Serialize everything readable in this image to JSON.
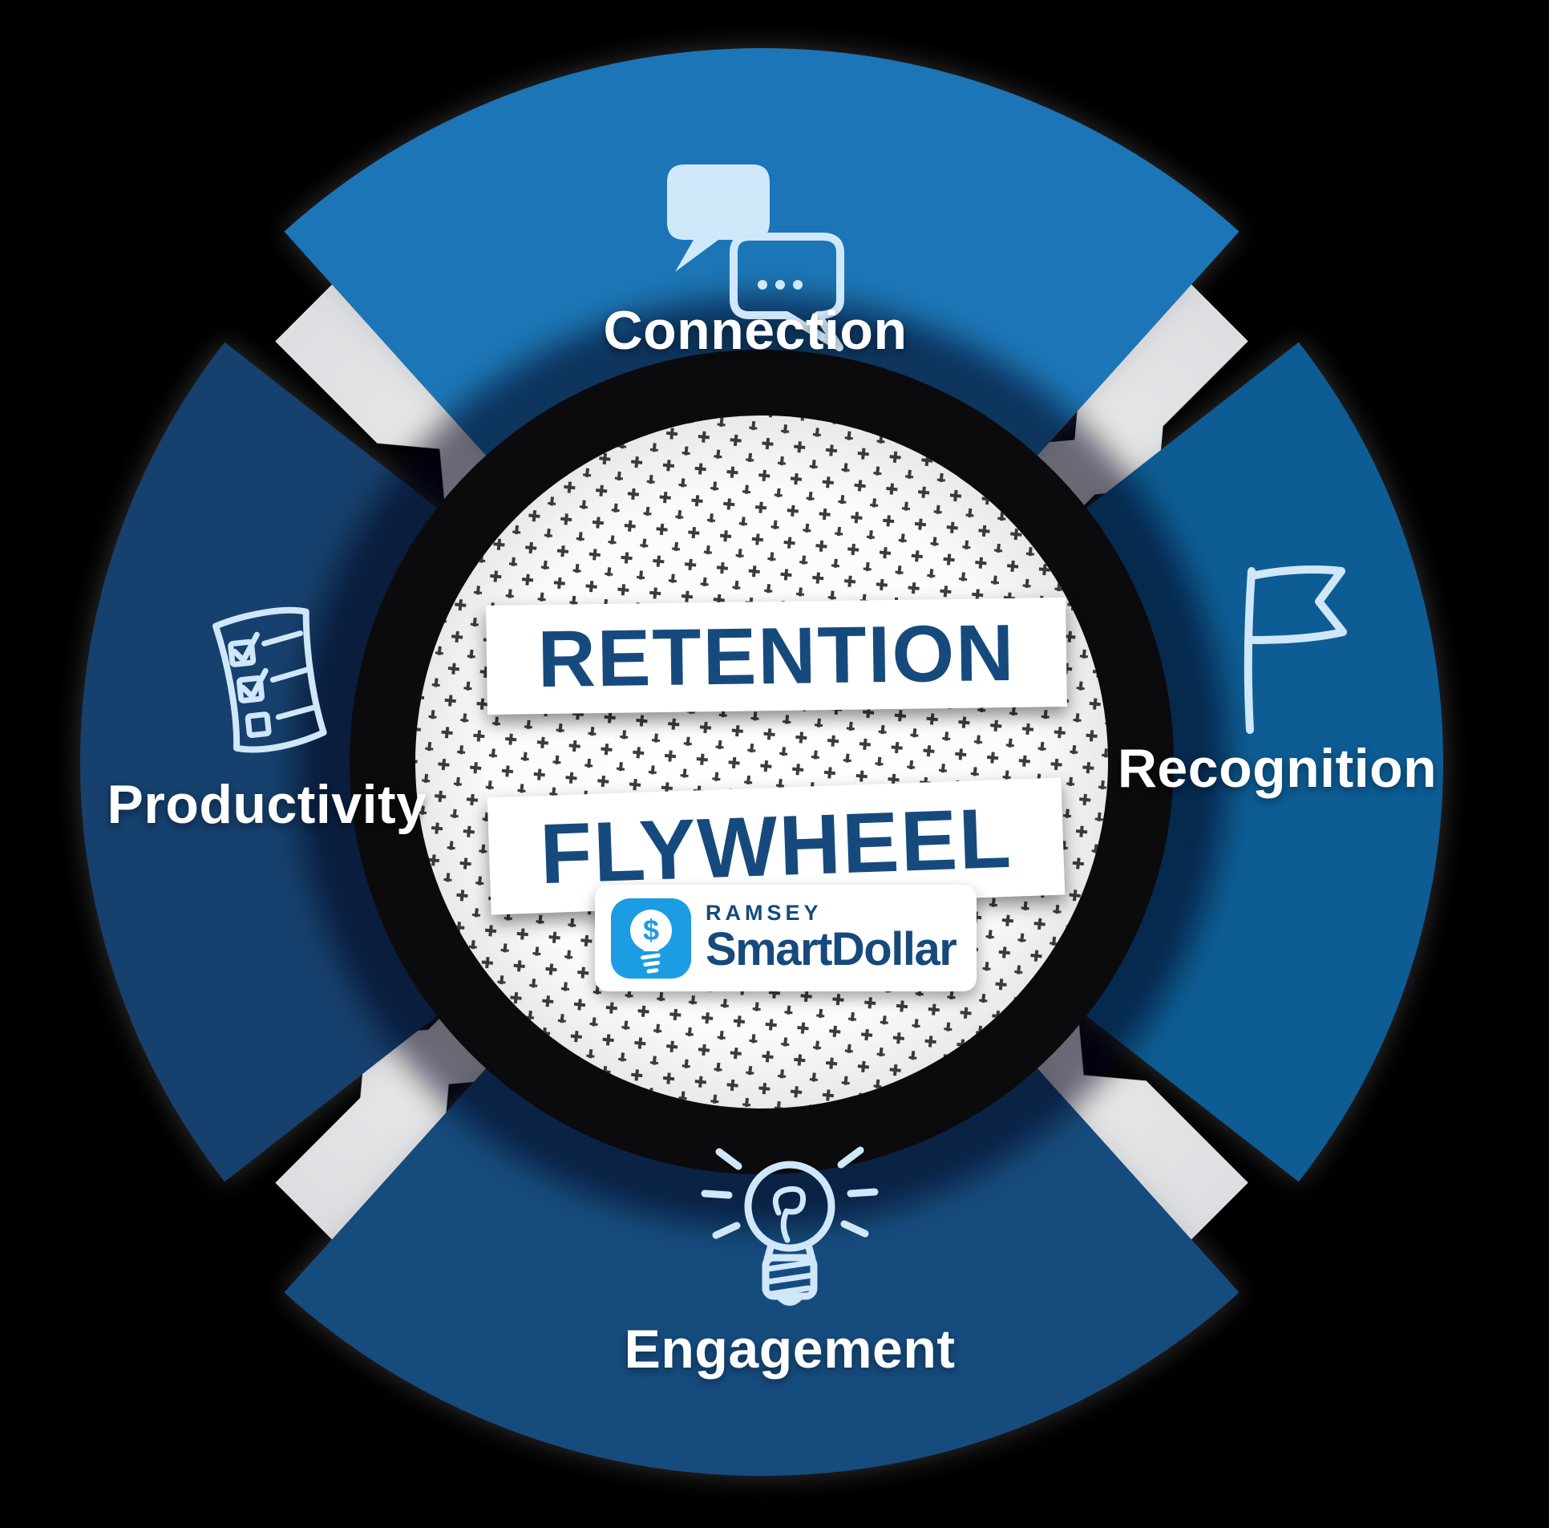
{
  "diagram": {
    "title": "Retention Flywheel",
    "center": {
      "banner_top": "RETENTION",
      "banner_bottom": "FLYWHEEL",
      "brand": {
        "kicker": "RAMSEY",
        "wordmark": "SmartDollar",
        "bulb_symbol": "$"
      }
    },
    "segments": [
      {
        "label": "Connection",
        "position": "top",
        "icon": "speech-bubbles-icon",
        "color": "#1d74b6"
      },
      {
        "label": "Recognition",
        "position": "right",
        "icon": "flag-icon",
        "color": "#0f5b94"
      },
      {
        "label": "Engagement",
        "position": "bottom",
        "icon": "lightbulb-icon",
        "color": "#134b7e"
      },
      {
        "label": "Productivity",
        "position": "left",
        "icon": "checklist-icon",
        "color": "#17416d"
      }
    ],
    "colors": {
      "background": "#000000",
      "arrow_band": "#eceded",
      "banner_background": "#ffffff",
      "banner_text": "#174a7c",
      "segment_label_text": "#ffffff",
      "icon_stroke": "#cfe7f9",
      "brand_icon_blue": "#1b9ce3",
      "brand_text_navy": "#174a7c",
      "center_ring": "#0b0b0e",
      "halftone_dot": "#1a1a1e"
    }
  }
}
